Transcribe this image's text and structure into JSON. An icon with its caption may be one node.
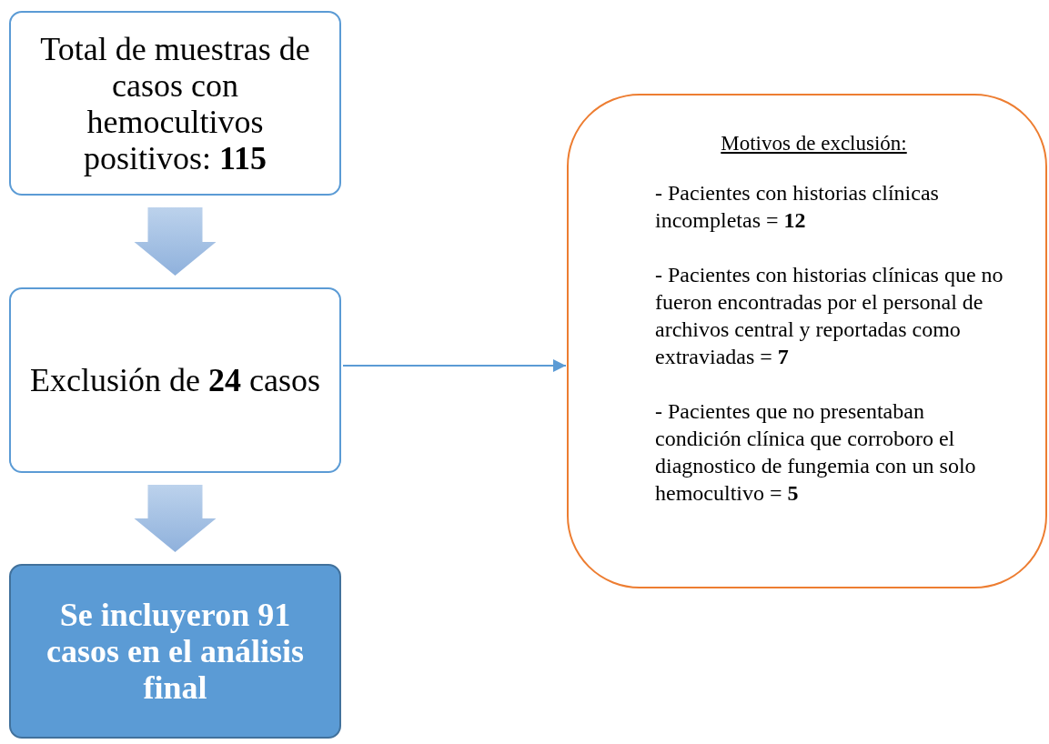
{
  "diagram": {
    "nodes": [
      {
        "text": [
          "Total de muestras de casos con hemocultivos positivos: **115**"
        ]
      },
      {
        "text": [
          "Exclusión de **24** casos"
        ]
      },
      {
        "text": [
          "Se incluyeron 91 casos en el análisis final"
        ]
      },
      {
        "text": [
          "Motivos de exclusión:",
          "- Pacientes con historias clínicas incompletas = **12**",
          "- Pacientes con historias clínicas que no fueron encontradas por el personal de archivos central y reportadas como extraviadas = **7**",
          "- Pacientes que no presentaban condición clínica que corroboro el diagnostico de fungemia con un solo hemocultivo = **5**"
        ]
      }
    ],
    "edges": [
      {
        "from": 0,
        "to": 1,
        "arrow": "to",
        "style": "thick"
      },
      {
        "from": 1,
        "to": 2,
        "arrow": "to",
        "style": "thick"
      },
      {
        "from": 1,
        "to": 3,
        "arrow": "to"
      }
    ]
  }
}
